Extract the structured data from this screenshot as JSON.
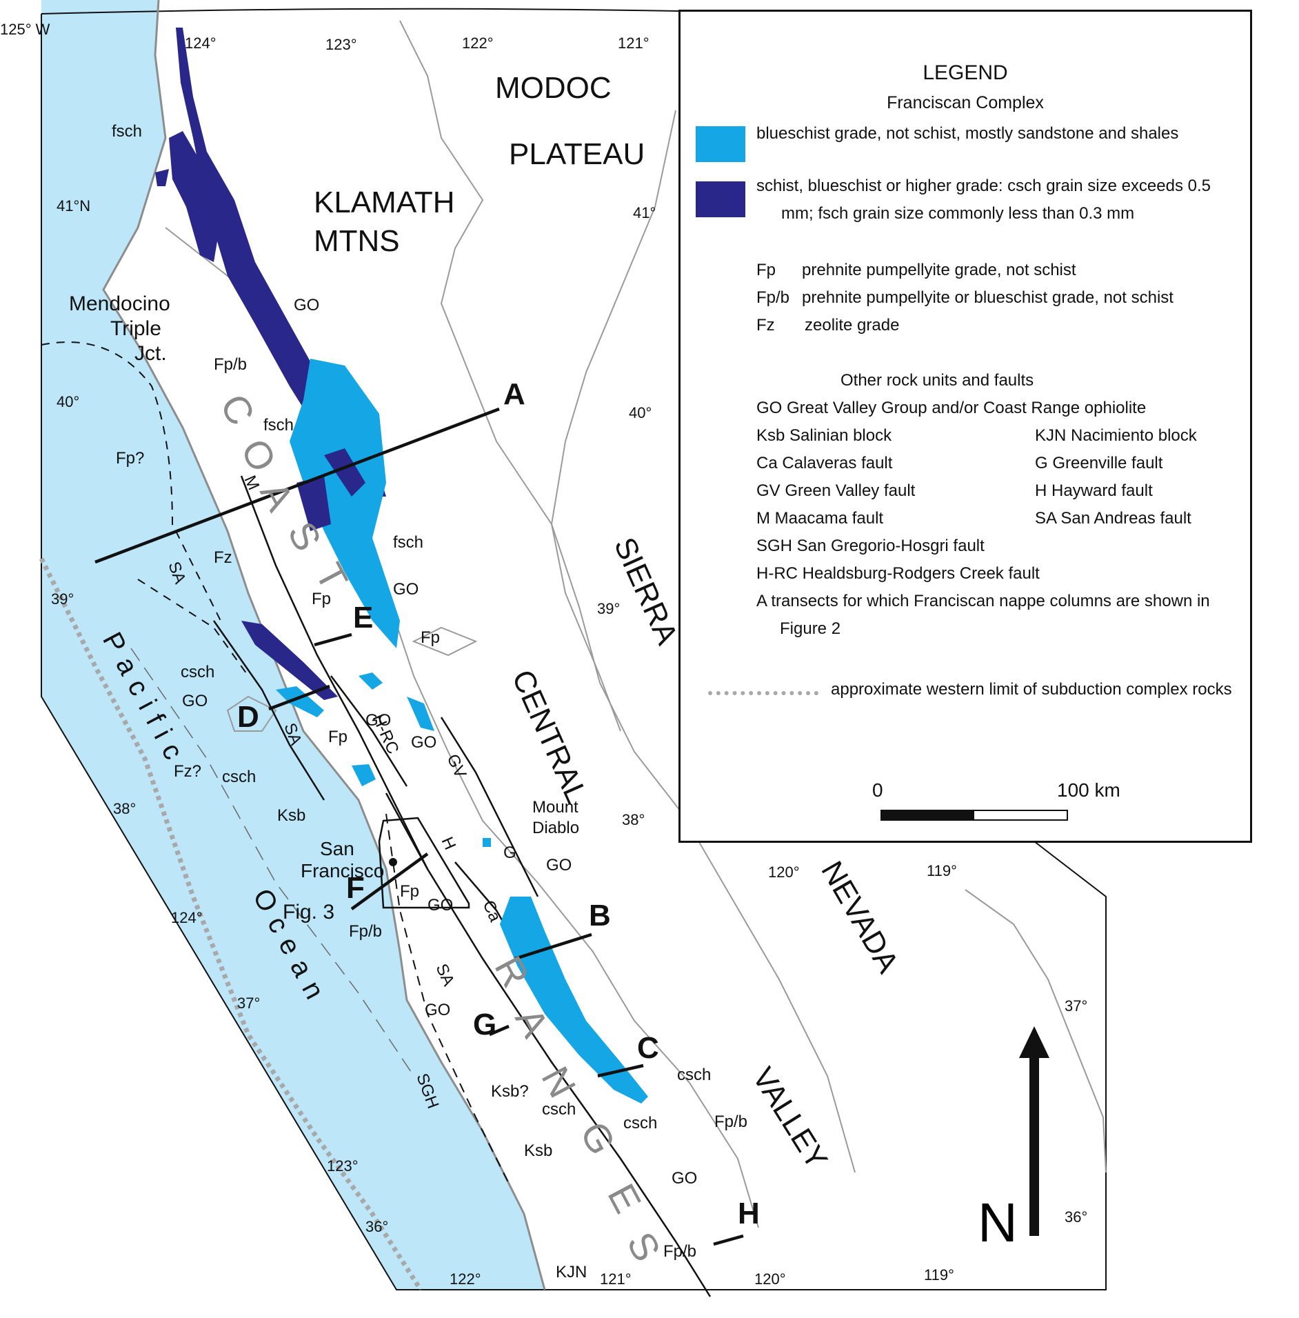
{
  "colors": {
    "ocean": "#bde6f8",
    "blueschist": "#15a6e6",
    "schist": "#29278a",
    "subduction_limit": "#a8a8a8"
  },
  "regions": {
    "modoc": "MODOC",
    "plateau": "PLATEAU",
    "klamath": "KLAMATH",
    "mtns": "MTNS",
    "mendocino1": "Mendocino",
    "mendocino2": "Triple",
    "mendocino3": "Jct.",
    "sierra": "SIERRA",
    "nevada": "NEVADA",
    "central": "CENTRAL",
    "valley": "VALLEY",
    "pacific": "Pacific",
    "ocean": "Ocean",
    "coast": [
      "C",
      "O",
      "A",
      "S",
      "T"
    ],
    "ranges": [
      "R",
      "A",
      "N",
      "G",
      "E",
      "S"
    ],
    "san_francisco1": "San",
    "san_francisco2": "Francisco",
    "mount_diablo1": "Mount",
    "mount_diablo2": "Diablo",
    "fig3": "Fig. 3",
    "north": "N"
  },
  "ticks": {
    "t125w": "125° W",
    "t124a": "124°",
    "t123a": "123°",
    "t122a": "122°",
    "t121a": "121°",
    "t41n": "41°N",
    "t40a": "40°",
    "t39a": "39°",
    "t38a": "38°",
    "t124b": "124°",
    "t37a": "37°",
    "t123b": "123°",
    "t36a": "36°",
    "t122b": "122°",
    "t121b": "121°",
    "t120b": "120°",
    "t119b": "119°",
    "t41r": "41°",
    "t40r": "40°",
    "t39r": "39°",
    "t38r": "38°",
    "t120m": "120°",
    "t119m": "119°",
    "t37r": "37°",
    "t36r": "36°"
  },
  "units": {
    "fsch1": "fsch",
    "fsch2": "fsch",
    "fsch3": "fsch",
    "go1": "GO",
    "go2": "GO",
    "go3": "GO",
    "go4": "GO",
    "go5": "GO",
    "go6": "GO",
    "go7": "GO",
    "go8": "GO",
    "go9": "GO",
    "fpb1": "Fp/b",
    "fpb2": "Fp/b",
    "fpb3": "Fp/b",
    "fpb4": "Fp/b",
    "fpq": "Fp?",
    "fz": "Fz",
    "fzq": "Fz?",
    "fp1": "Fp",
    "fp2": "Fp",
    "fp3": "Fp",
    "fp4": "Fp",
    "csch1": "csch",
    "csch2": "csch",
    "csch3": "csch",
    "csch4": "csch",
    "csch5": "csch",
    "ksb1": "Ksb",
    "ksbq": "Ksb?",
    "ksb2": "Ksb",
    "kjn": "KJN"
  },
  "faults": {
    "m": "M",
    "sa1": "SA",
    "sa2": "SA",
    "sa3": "SA",
    "hrc": "H-RC",
    "gv": "GV",
    "h": "H",
    "g": "G",
    "ca": "Ca",
    "sgh": "SGH"
  },
  "transects": {
    "a": "A",
    "b": "B",
    "c": "C",
    "d": "D",
    "e": "E",
    "f": "F",
    "g": "G",
    "h": "H"
  },
  "legend": {
    "title": "LEGEND",
    "subtitle": "Franciscan Complex",
    "blueschist": "blueschist grade, not schist, mostly sandstone and shales",
    "schist_line1": "schist, blueschist or higher grade: csch grain size exceeds 0.5",
    "schist_line2": "mm; fsch grain size commonly less than 0.3 mm",
    "fp_code": "Fp",
    "fp_text": "prehnite pumpellyite grade, not schist",
    "fpb_code": "Fp/b",
    "fpb_text": "prehnite pumpellyite or blueschist grade, not schist",
    "fz_code": "Fz",
    "fz_text": "zeolite grade",
    "other_heading": "Other rock units and faults",
    "go": "GO Great Valley Group and/or Coast Range ophiolite",
    "ksb": "Ksb Salinian block",
    "kjn": "KJN Nacimiento block",
    "ca": "Ca Calaveras fault",
    "g": "G Greenville fault",
    "gv": "GV Green Valley fault",
    "h": "H Hayward fault",
    "m": "M Maacama fault",
    "sa": "SA San Andreas fault",
    "sgh": "SGH San Gregorio-Hosgri fault",
    "hrc": "H-RC Healdsburg-Rodgers Creek fault",
    "a_line1": "A  transects for which Franciscan nappe columns are shown in",
    "a_line2": "Figure 2",
    "limit": "approximate western limit of subduction complex rocks",
    "scale_zero": "0",
    "scale_max": "100 km"
  }
}
